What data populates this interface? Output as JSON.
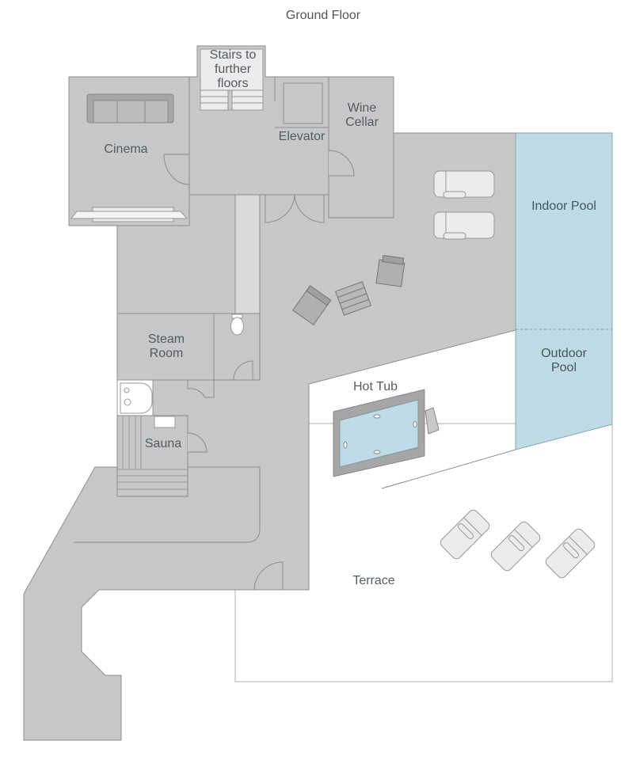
{
  "title": "Ground Floor",
  "colors": {
    "floor": "#c8c8c8",
    "wall_line": "#8a8a8a",
    "pool": "#bedbe6",
    "furniture_light": "#ececec",
    "furniture_dark": "#a8a8a8",
    "terrace": "#ffffff"
  },
  "rooms": [
    {
      "id": "cinema",
      "label": "Cinema"
    },
    {
      "id": "stairs",
      "label": "Stairs to\nfurther\nfloors"
    },
    {
      "id": "elevator",
      "label": "Elevator"
    },
    {
      "id": "wine-cellar",
      "label": "Wine\nCellar"
    },
    {
      "id": "indoor-pool",
      "label": "Indoor Pool"
    },
    {
      "id": "outdoor-pool",
      "label": "Outdoor Pool"
    },
    {
      "id": "steam-room",
      "label": "Steam\nRoom"
    },
    {
      "id": "sauna",
      "label": "Sauna"
    },
    {
      "id": "hot-tub",
      "label": "Hot Tub"
    },
    {
      "id": "terrace",
      "label": "Terrace"
    }
  ]
}
